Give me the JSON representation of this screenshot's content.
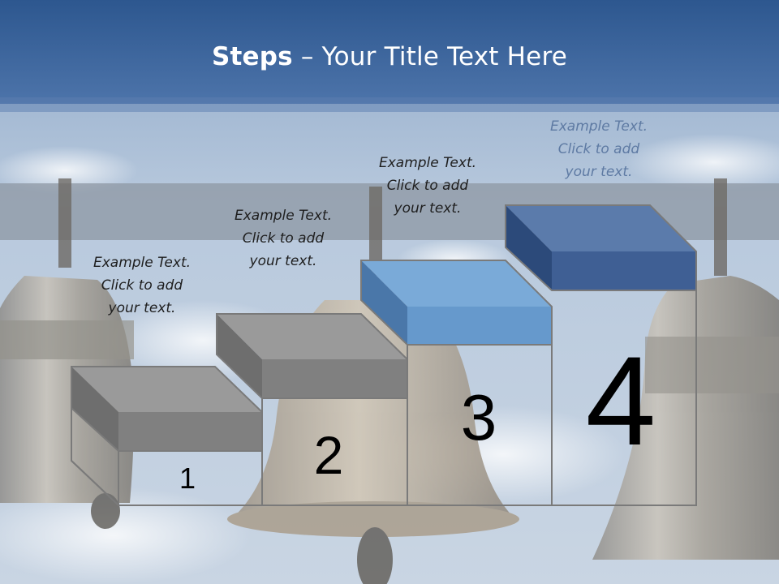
{
  "slide": {
    "title_bold": "Steps",
    "title_rest": " – Your Title Text Here",
    "steps": [
      {
        "number": "1",
        "caption": [
          "Example Text.",
          "Click  to add",
          "your text."
        ],
        "color": "#8c8c8c"
      },
      {
        "number": "2",
        "caption": [
          "Example Text.",
          "Click  to add",
          "your text."
        ],
        "color": "#8c8c8c"
      },
      {
        "number": "3",
        "caption": [
          "Example Text.",
          "Click  to add",
          "your text."
        ],
        "color": "#6699cc"
      },
      {
        "number": "4",
        "caption": [
          "Example Text.",
          "Click  to add",
          "your text."
        ],
        "color": "#3f5f94"
      }
    ]
  },
  "colors": {
    "header_top": "#2f5a9a",
    "header_bottom": "#4a6fa6",
    "sky": "#b7c8de"
  }
}
